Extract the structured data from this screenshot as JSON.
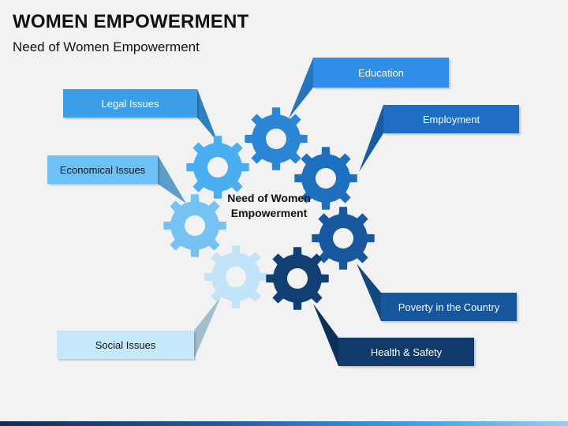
{
  "header": {
    "title": "WOMEN EMPOWERMENT",
    "subtitle": "Need of Women Empowerment"
  },
  "diagram": {
    "center_label": "Need of Women Empowerment",
    "items": [
      {
        "id": "legal",
        "label": "Legal Issues",
        "box_color": "#3a9fe8",
        "gear_color": "#4aaef0",
        "text_color": "#ffffff"
      },
      {
        "id": "education",
        "label": "Education",
        "box_color": "#2f8ee8",
        "gear_color": "#2c86d6",
        "text_color": "#ffffff"
      },
      {
        "id": "employment",
        "label": "Employment",
        "box_color": "#1c6fc3",
        "gear_color": "#1f6fbf",
        "text_color": "#ffffff"
      },
      {
        "id": "economical",
        "label": "Economical Issues",
        "box_color": "#6fc1f5",
        "gear_color": "#75c2f3",
        "text_color": "#111111"
      },
      {
        "id": "poverty",
        "label": "Poverty in the Country",
        "box_color": "#16569c",
        "gear_color": "#17589e",
        "text_color": "#ffffff"
      },
      {
        "id": "social",
        "label": "Social Issues",
        "box_color": "#c6e8fb",
        "gear_color": "#c2e4f8",
        "text_color": "#111111"
      },
      {
        "id": "health",
        "label": "Health & Safety",
        "box_color": "#0f3a6b",
        "gear_color": "#123f72",
        "text_color": "#ffffff"
      }
    ]
  }
}
